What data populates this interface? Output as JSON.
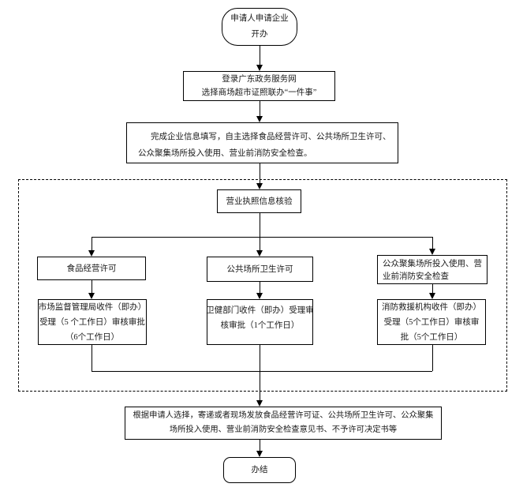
{
  "flow": {
    "start": {
      "lines": [
        "申请人申请企业",
        "开办"
      ]
    },
    "login": {
      "lines": [
        "登录广东政务服务网",
        "选择商场超市证照联办“一件事”"
      ]
    },
    "fill": {
      "lines": [
        "完成企业信息填写，自主选择食品经营许可、公共场所卫生许可、",
        "公众聚集场所投入使用、营业前消防安全检查。"
      ]
    },
    "verify": {
      "label": "营业执照信息核验"
    },
    "branches": [
      {
        "title_lines": [
          "食品经营许可"
        ],
        "detail_lines": [
          "市场监督管理局收件（即办）",
          "受理（5 个工作日）审核审批",
          "（6个工作日）"
        ]
      },
      {
        "title_lines": [
          "公共场所卫生许可"
        ],
        "detail_lines": [
          "卫健部门收件（即办）受理审",
          "核审批（1个工作日）"
        ]
      },
      {
        "title_lines": [
          "公众聚集场所投入使用、营",
          "业前消防安全检查"
        ],
        "detail_lines": [
          "消防救援机构收件（即办）",
          "受理（5个工作日）审核审",
          "批（5个工作日）"
        ]
      }
    ],
    "issue": {
      "lines": [
        "根据申请人选择，寄递或者现场发放食品经营许可证、公共场所卫生许可、公众聚集",
        "场所投入使用、营业前消防安全检查意见书、不予许可决定书等"
      ]
    },
    "end": {
      "label": "办结"
    }
  },
  "colors": {
    "line": "#000000",
    "background": "#ffffff",
    "text": "#1a1a1a"
  }
}
